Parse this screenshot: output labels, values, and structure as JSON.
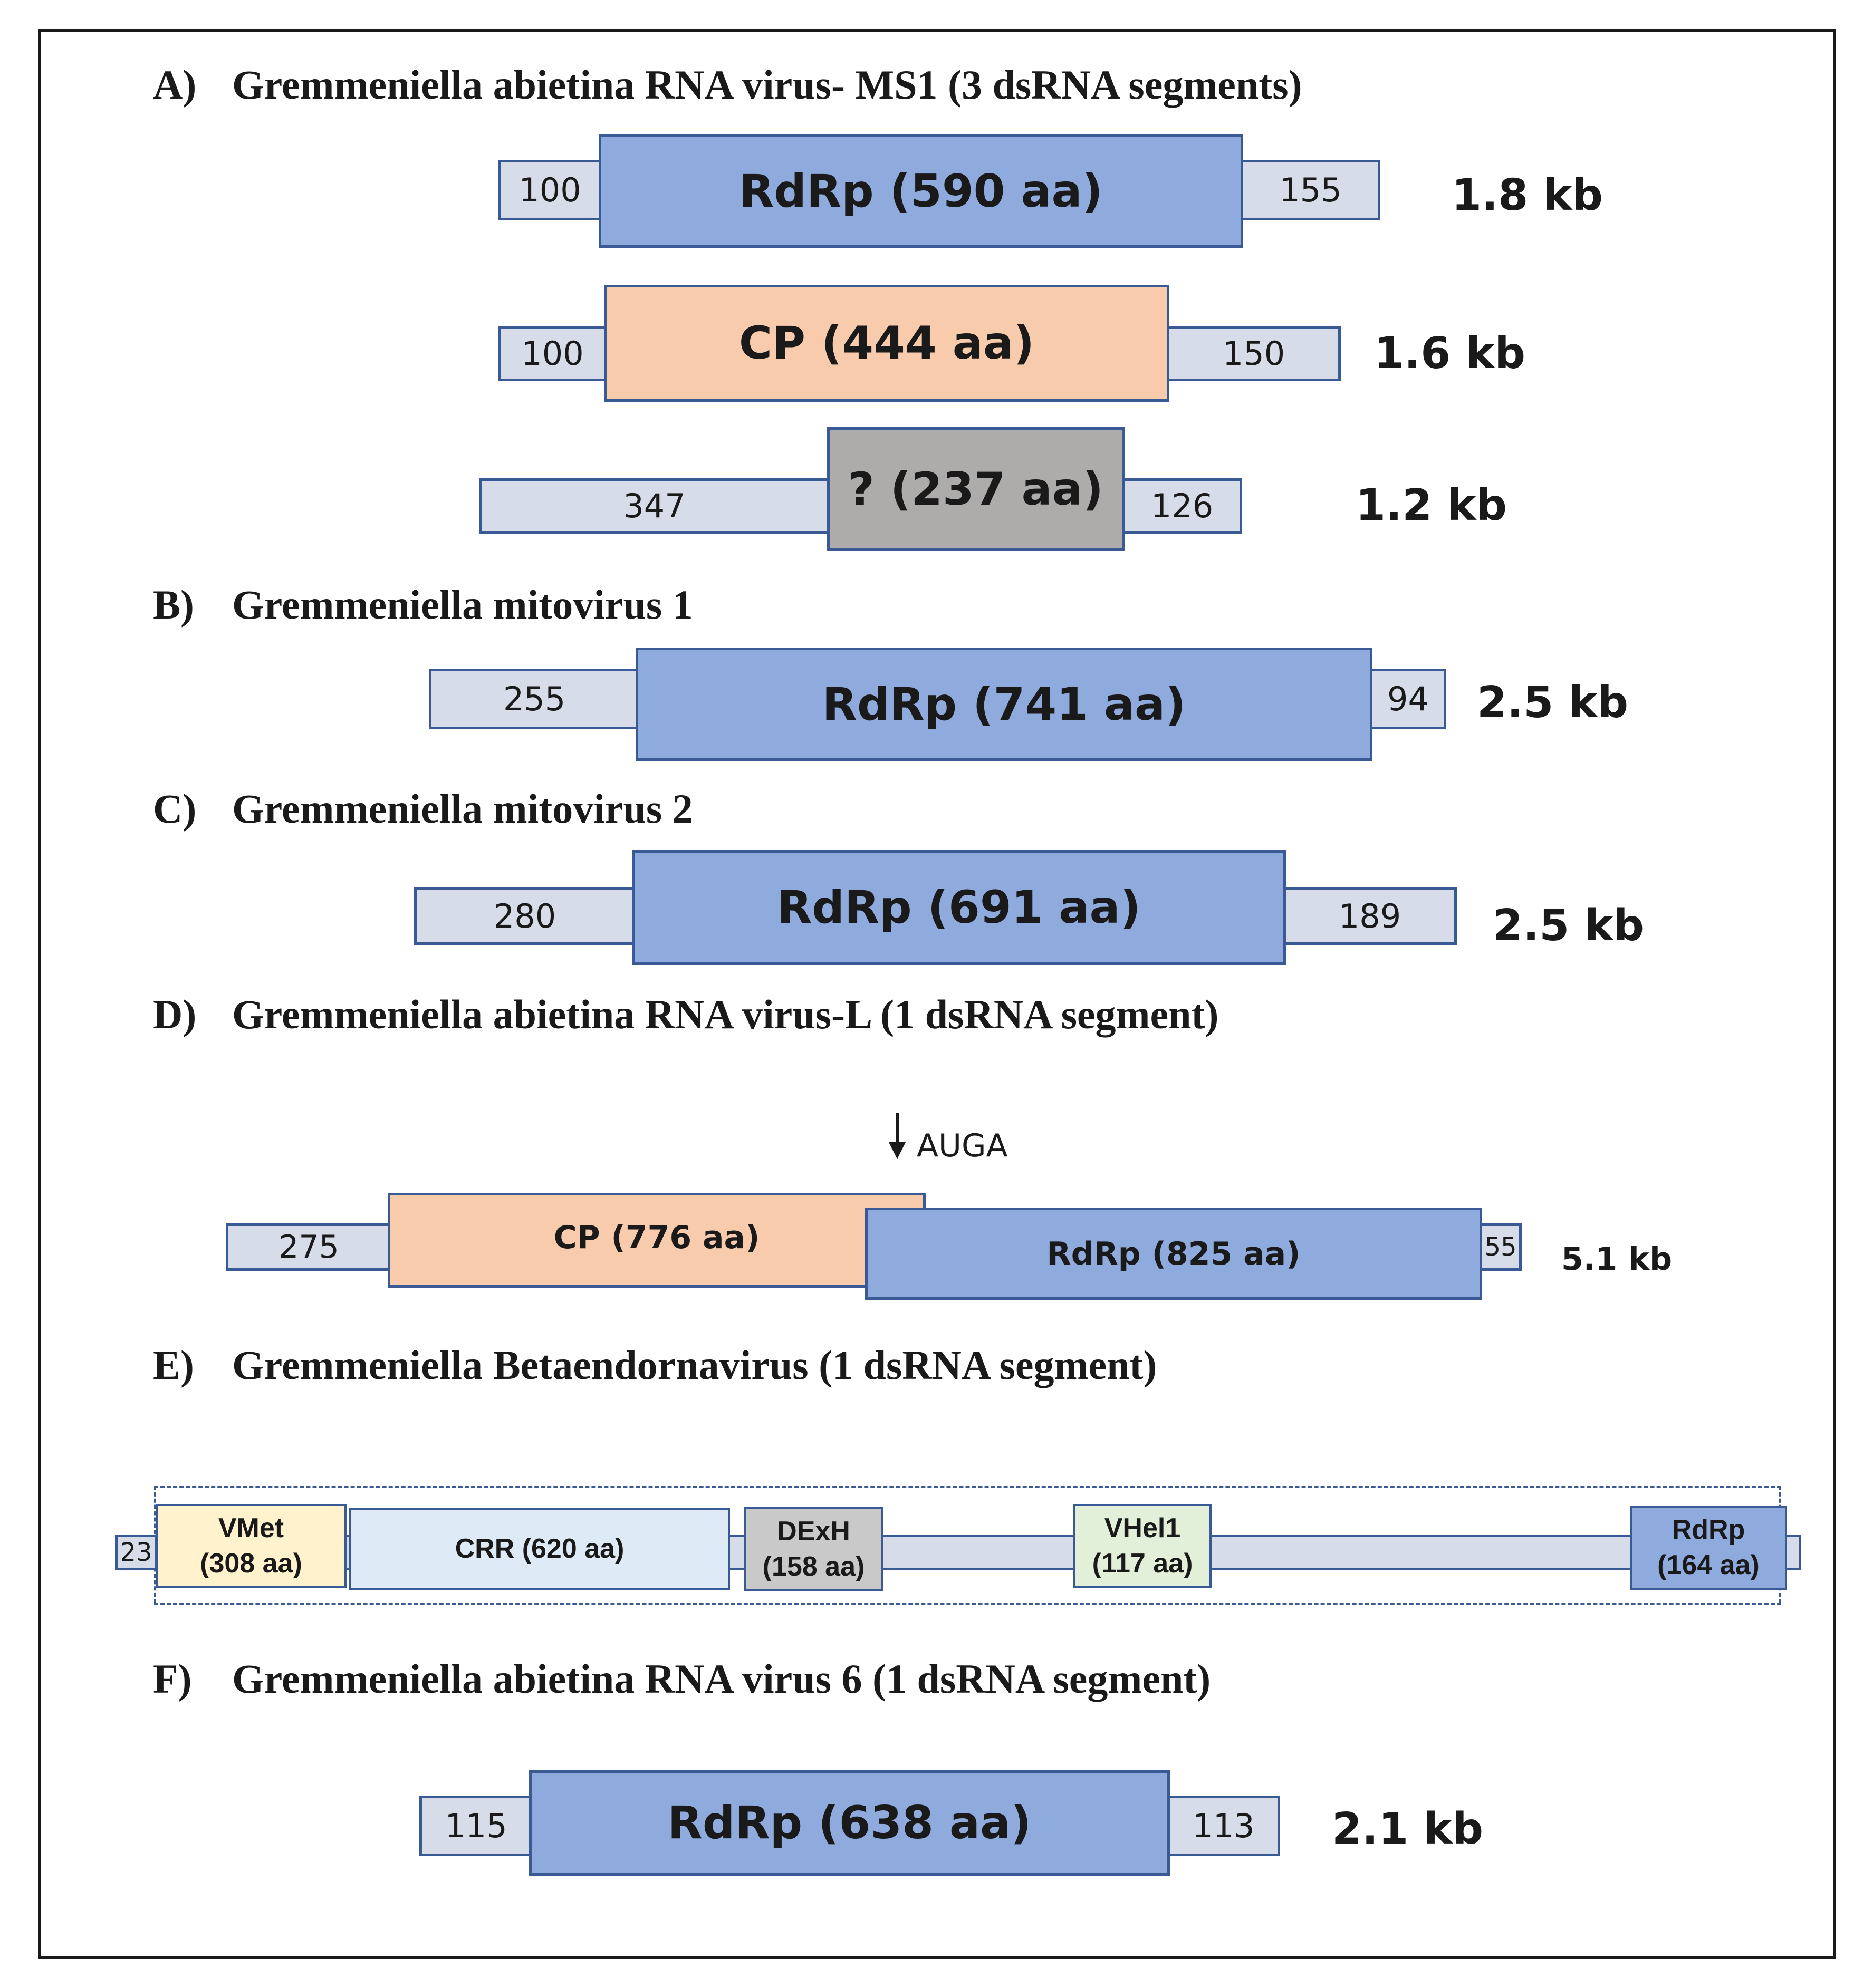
{
  "sections": {
    "A": {
      "letter": "A)",
      "name": "Gremmeniella abietina RNA virus- MS1 (3 dsRNA segments)",
      "seg1": {
        "utr5": "100",
        "orf": "RdRp (590 aa)",
        "utr3": "155",
        "size": "1.8 kb"
      },
      "seg2": {
        "utr5": "100",
        "orf": "CP (444 aa)",
        "utr3": "150",
        "size": "1.6 kb"
      },
      "seg3": {
        "utr5": "347",
        "orf": "? (237 aa)",
        "utr3": "126",
        "size": "1.2 kb"
      }
    },
    "B": {
      "letter": "B)",
      "name": "Gremmeniella mitovirus 1",
      "utr5": "255",
      "orf": "RdRp (741 aa)",
      "utr3": "94",
      "size": "2.5 kb"
    },
    "C": {
      "letter": "C)",
      "name": "Gremmeniella mitovirus 2",
      "utr5": "280",
      "orf": "RdRp (691 aa)",
      "utr3": "189",
      "size": "2.5 kb"
    },
    "D": {
      "letter": "D)",
      "name": "Gremmeniella abietina RNA virus-L (1 dsRNA segment)",
      "arrow_label": "AUGA",
      "utr5": "275",
      "cp": "CP (776 aa)",
      "rdrp": "RdRp (825 aa)",
      "utr3": "55",
      "size": "5.1 kb"
    },
    "E": {
      "letter": "E)",
      "name": "Gremmeniella Betaendornavirus (1 dsRNA segment)",
      "utr5": "23",
      "domains": [
        {
          "line1": "VMet",
          "line2": "(308 aa)",
          "color": "#fff2cc"
        },
        {
          "line1": "CRR (620 aa)",
          "line2": "",
          "color": "#deebf7"
        },
        {
          "line1": "DExH",
          "line2": "(158 aa)",
          "color": "#c9c9c9"
        },
        {
          "line1": "VHel1",
          "line2": "(117 aa)",
          "color": "#e2f0d9"
        },
        {
          "line1": "RdRp",
          "line2": "(164 aa)",
          "color": "#8faadc"
        }
      ]
    },
    "F": {
      "letter": "F)",
      "name": "Gremmeniella abietina RNA virus 6 (1 dsRNA segment)",
      "utr5": "115",
      "orf": "RdRp (638 aa)",
      "utr3": "113",
      "size": "2.1 kb"
    }
  }
}
